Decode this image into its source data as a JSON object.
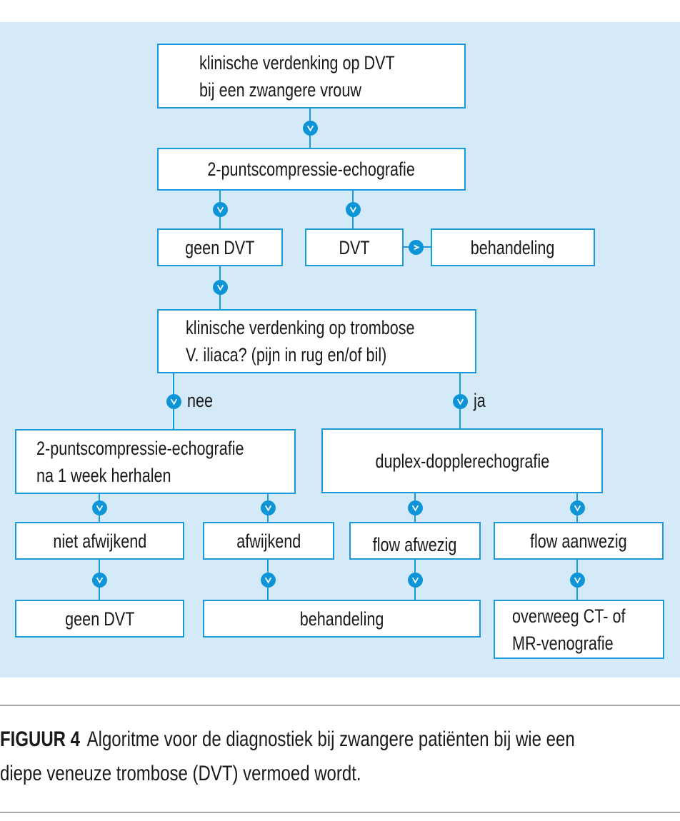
{
  "figure": {
    "nodes": {
      "start": "klinische verdenking op DVT\nbij een zwangere vrouw",
      "echo1": "2-puntscompressie-echografie",
      "geen_dvt_1": "geen DVT",
      "dvt": "DVT",
      "behandeling_1": "behandeling",
      "iliaca": "klinische verdenking op trombose\nV. iliaca? (pijn in rug en/of bil)",
      "echo_repeat": "2-puntscompressie-echografie\nna 1 week herhalen",
      "duplex": "duplex-dopplerechografie",
      "niet_afwijkend": "niet afwijkend",
      "afwijkend": "afwijkend",
      "flow_afwezig": "flow afwezig",
      "flow_aanwezig": "flow aanwezig",
      "geen_dvt_2": "geen DVT",
      "behandeling_2": "behandeling",
      "overweeg": "overweeg CT- of\nMR-venografie"
    },
    "branch_labels": {
      "no": "nee",
      "yes": "ja"
    },
    "connector_icons": {
      "down": "chevron-down-icon",
      "right": "chevron-right-icon"
    },
    "colors": {
      "panel_background": "#d4eaf9",
      "accent": "#1a9ad9",
      "dot": "#0e95d8"
    }
  },
  "caption": {
    "label": "FIGUUR 4",
    "line1": "Algoritme voor de diagnostiek bij zwangere patiënten bij wie een",
    "line2": "diepe veneuze trombose (DVT) vermoed wordt."
  }
}
